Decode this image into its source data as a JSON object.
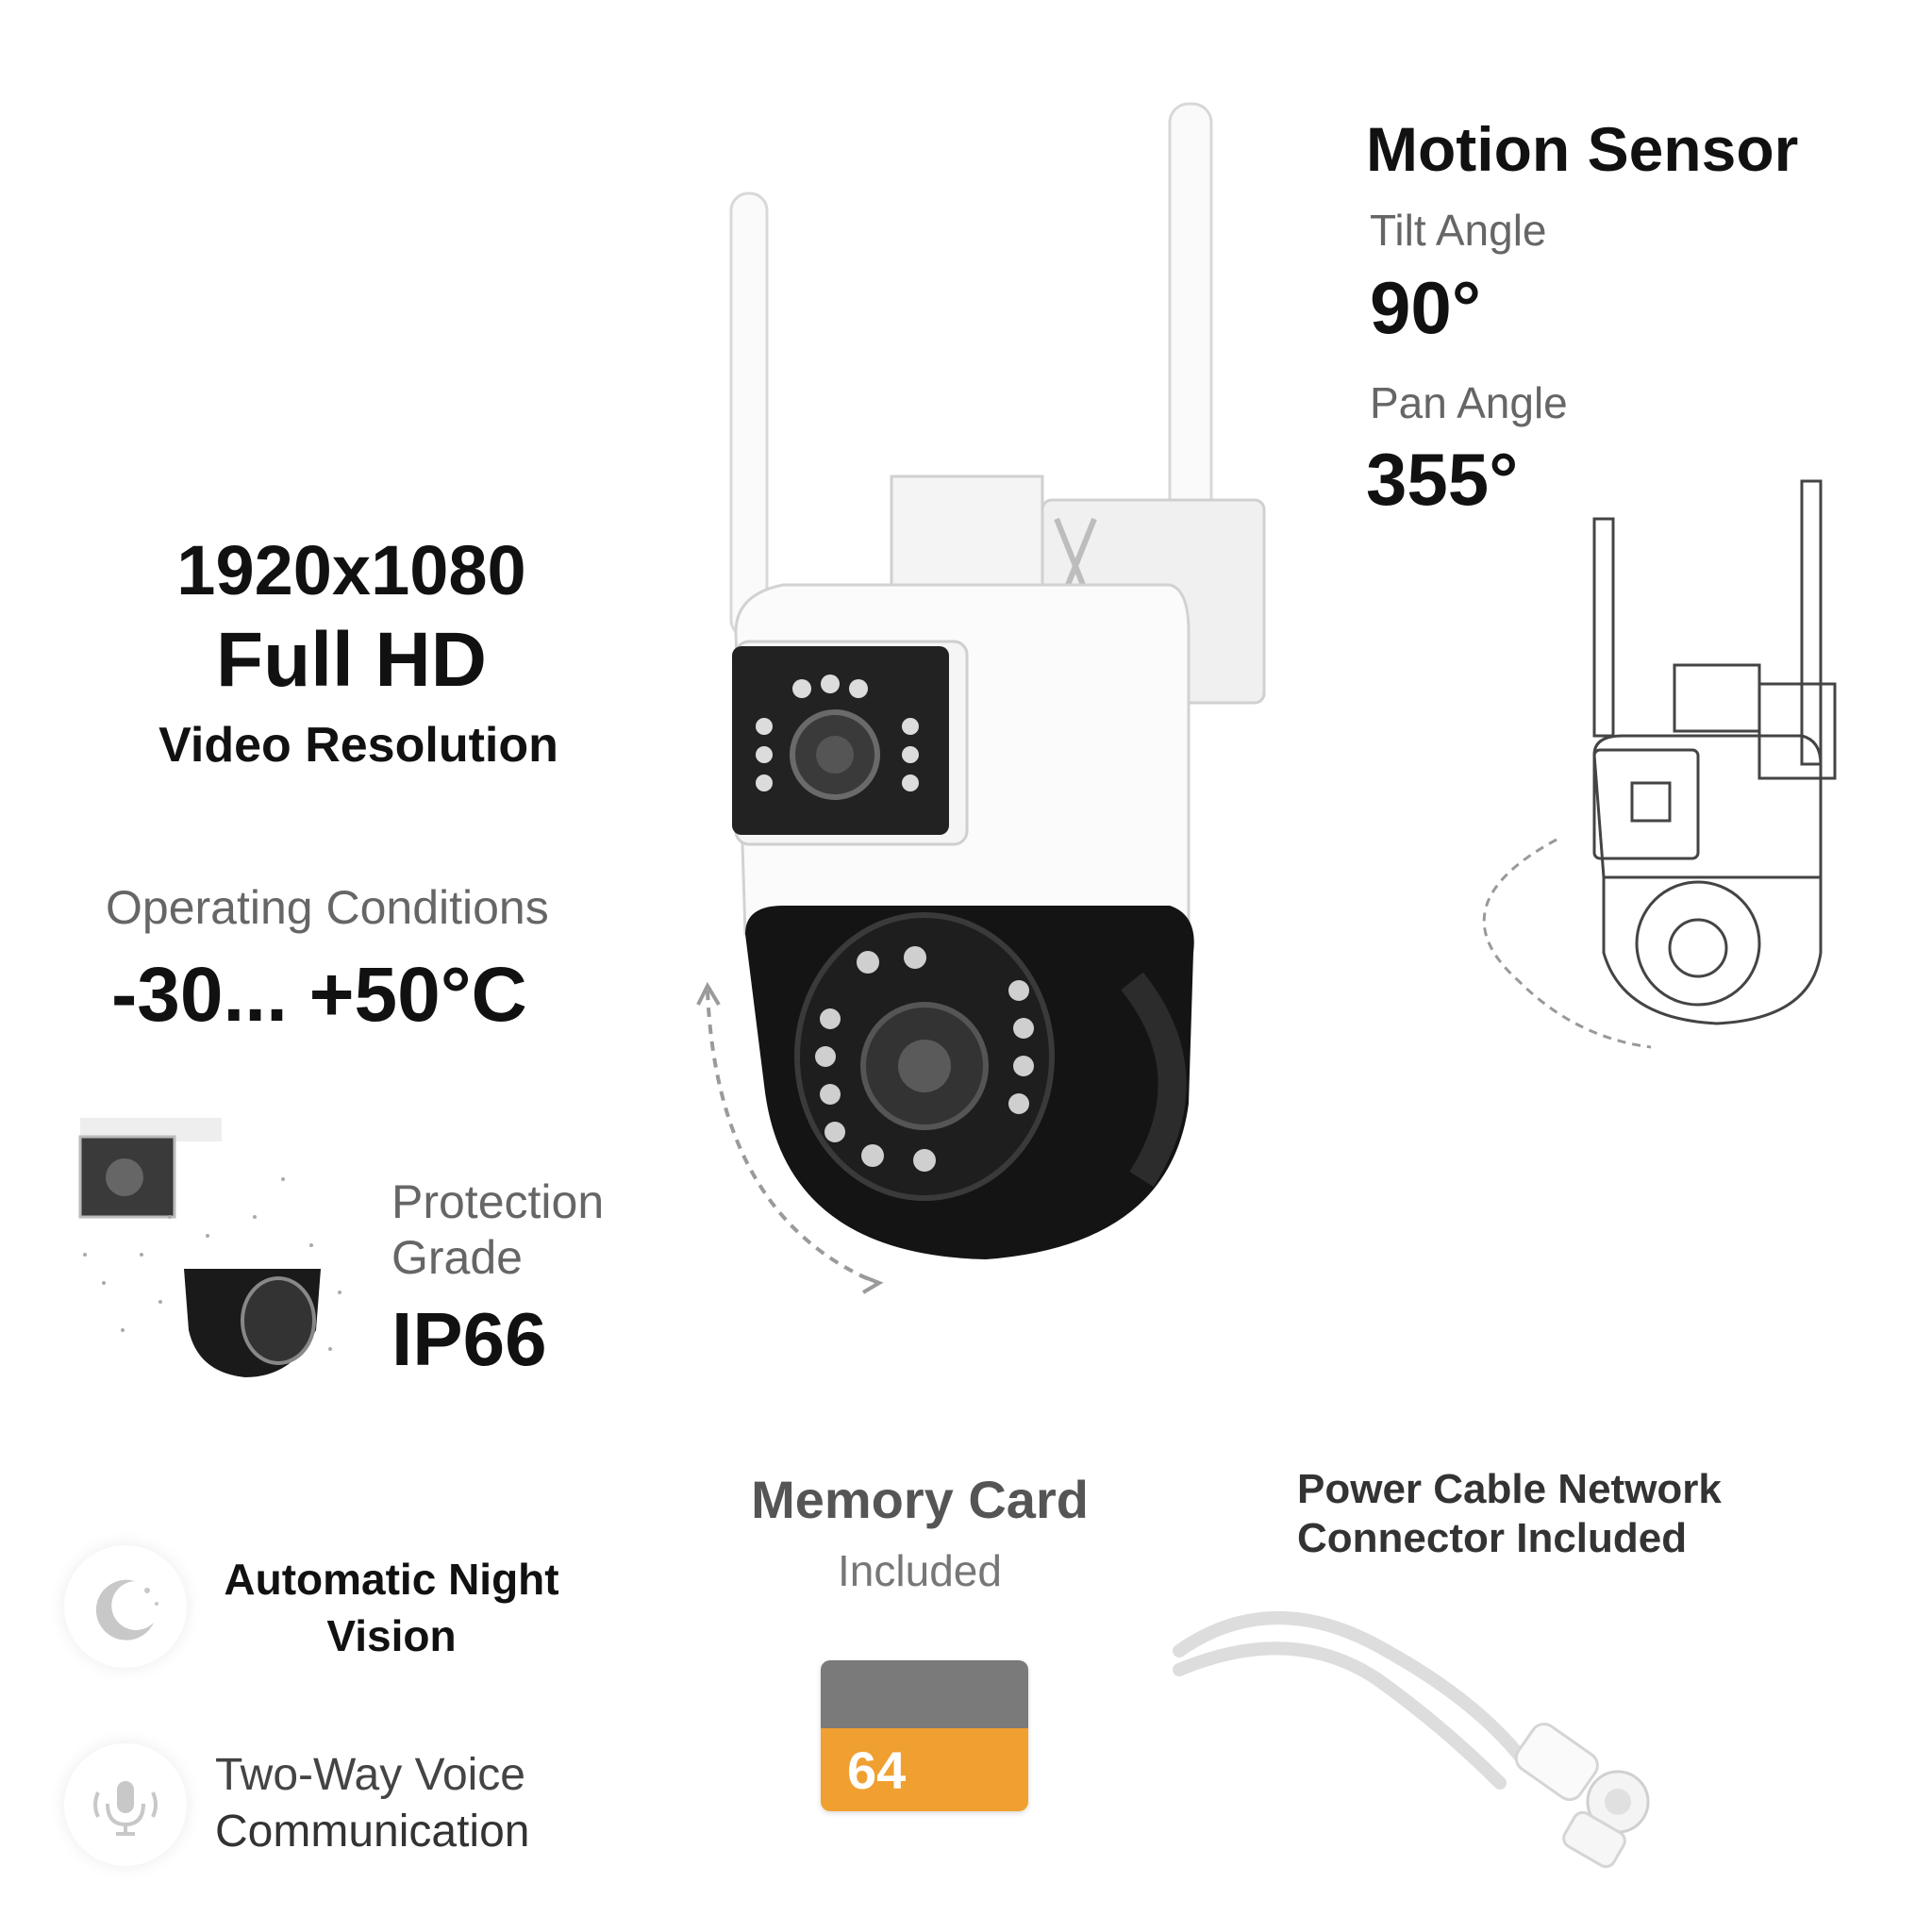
{
  "resolution": {
    "line1": "1920x1080",
    "line2": "Full HD",
    "line3": "Video Resolution"
  },
  "operating": {
    "label": "Operating Conditions",
    "value": "-30... +50°C"
  },
  "protection": {
    "label_line1": "Protection",
    "label_line2": "Grade",
    "value": "IP66"
  },
  "motion": {
    "title": "Motion Sensor",
    "tilt_label": "Tilt Angle",
    "tilt_value": "90°",
    "pan_label": "Pan Angle",
    "pan_value": "355°"
  },
  "features": {
    "night_line1": "Automatic Night",
    "night_line2": "Vision",
    "voice_line1": "Two-Way Voice",
    "voice_line2": "Communication"
  },
  "memory": {
    "title": "Memory Card",
    "subtitle": "Included",
    "card_capacity": "64"
  },
  "power_cable": {
    "line1": "Power Cable Network",
    "line2": "Connector Included"
  },
  "icons": [
    "moon-icon",
    "microphone-icon"
  ],
  "colors": {
    "card_top": "#7a7a7a",
    "card_bottom": "#f0a030",
    "camera_black": "#151515"
  }
}
